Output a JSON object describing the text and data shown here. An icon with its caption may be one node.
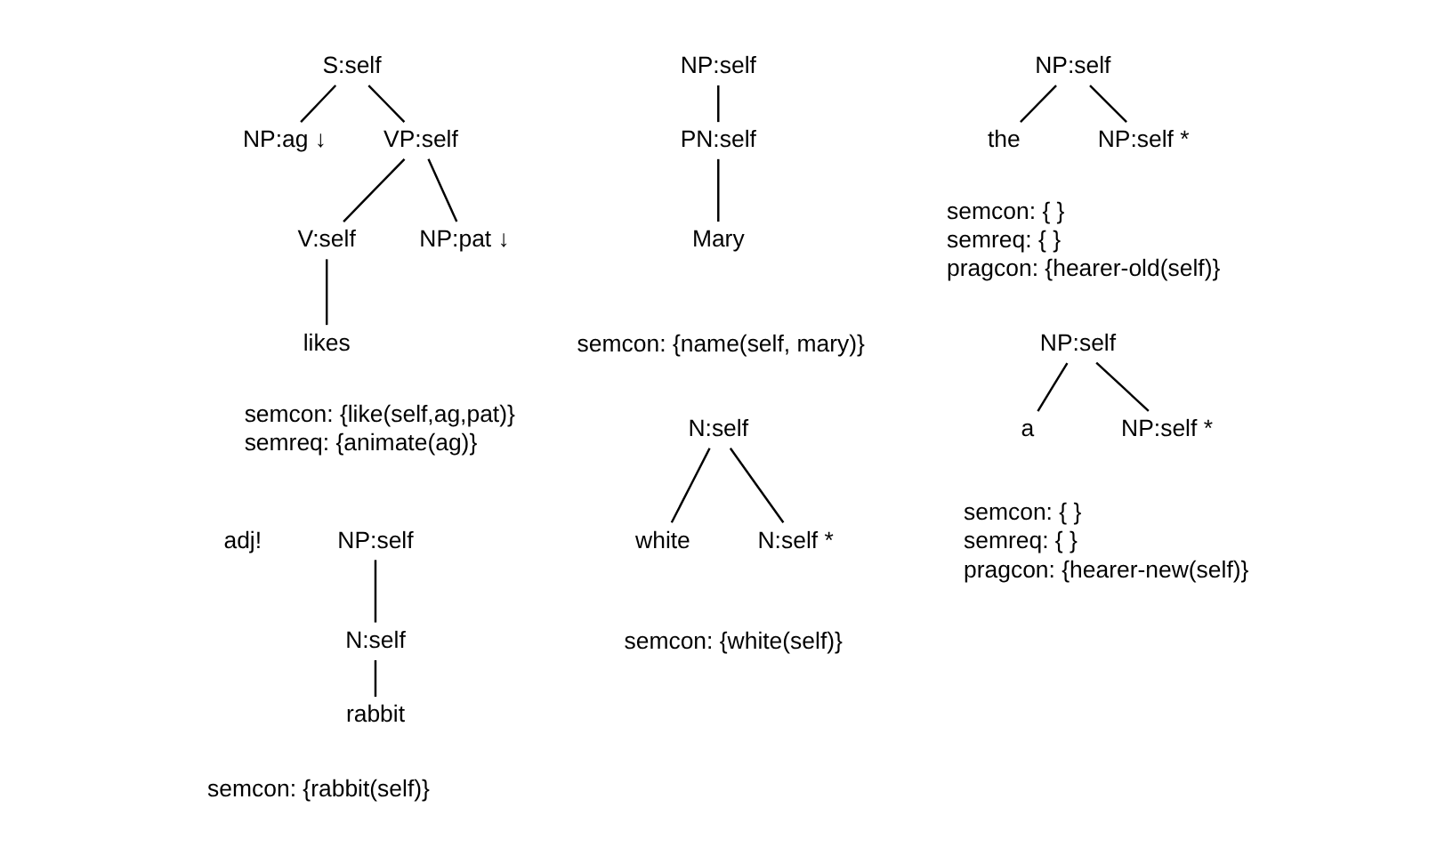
{
  "diagram": {
    "nodes": [
      {
        "text": [
          "S:self"
        ]
      },
      {
        "text": [
          "NP:ag ↓"
        ]
      },
      {
        "text": [
          "VP:self"
        ]
      },
      {
        "text": [
          "V:self"
        ]
      },
      {
        "text": [
          "NP:pat ↓"
        ]
      },
      {
        "text": [
          "likes"
        ]
      },
      {
        "text": [
          "NP:self"
        ]
      },
      {
        "text": [
          "PN:self"
        ]
      },
      {
        "text": [
          "Mary"
        ]
      },
      {
        "text": [
          "NP:self"
        ]
      },
      {
        "text": [
          "the"
        ]
      },
      {
        "text": [
          "NP:self *"
        ]
      },
      {
        "text": [
          "NP:self"
        ],
        "beside": [
          "adj!"
        ]
      },
      {
        "text": [
          "N:self"
        ]
      },
      {
        "text": [
          "rabbit"
        ]
      },
      {
        "text": [
          "N:self"
        ]
      },
      {
        "text": [
          "white"
        ]
      },
      {
        "text": [
          "N:self *"
        ]
      },
      {
        "text": [
          "NP:self"
        ]
      },
      {
        "text": [
          "a"
        ]
      },
      {
        "text": [
          "NP:self *"
        ]
      }
    ],
    "edges": [
      {
        "from": 0,
        "to": 1,
        "arrow": "none"
      },
      {
        "from": 0,
        "to": 2,
        "arrow": "none"
      },
      {
        "from": 2,
        "to": 3,
        "arrow": "none"
      },
      {
        "from": 2,
        "to": 4,
        "arrow": "none"
      },
      {
        "from": 3,
        "to": 5,
        "arrow": "none"
      },
      {
        "from": 6,
        "to": 7,
        "arrow": "none"
      },
      {
        "from": 7,
        "to": 8,
        "arrow": "none"
      },
      {
        "from": 9,
        "to": 10,
        "arrow": "none"
      },
      {
        "from": 9,
        "to": 11,
        "arrow": "none"
      },
      {
        "from": 12,
        "to": 13,
        "arrow": "none"
      },
      {
        "from": 13,
        "to": 14,
        "arrow": "none"
      },
      {
        "from": 15,
        "to": 16,
        "arrow": "none"
      },
      {
        "from": 15,
        "to": 17,
        "arrow": "none"
      },
      {
        "from": 18,
        "to": 19,
        "arrow": "none"
      },
      {
        "from": 18,
        "to": 20,
        "arrow": "none"
      }
    ],
    "labels": [
      "semcon: {like(self,ag,pat)}",
      "semreq: {animate(ag)}",
      "semcon: {name(self, mary)}",
      "semcon: { }",
      "semreq: { }",
      "pragcon: {hearer-old(self)}",
      "semcon: {rabbit(self)}",
      "semcon: {white(self)}",
      "semcon: { }",
      "semreq: { }",
      "pragcon: {hearer-new(self)}"
    ]
  }
}
